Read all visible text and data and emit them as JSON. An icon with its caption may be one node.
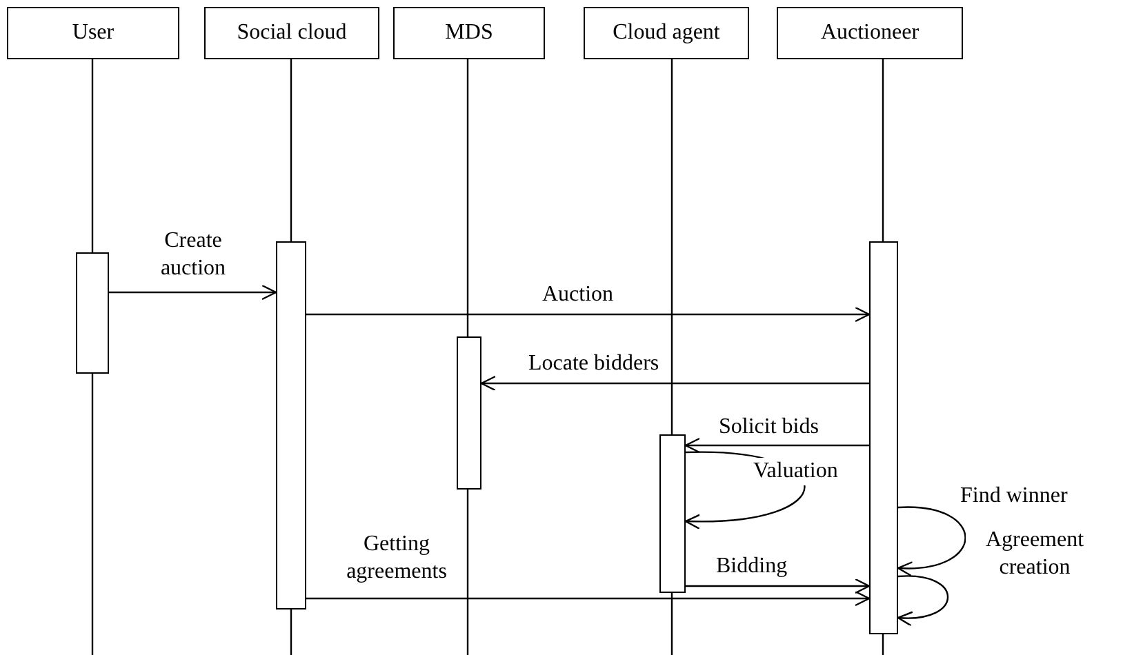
{
  "diagram": {
    "nodes": [
      {
        "text": [
          "User"
        ]
      },
      {
        "text": [
          "Social cloud"
        ]
      },
      {
        "text": [
          "MDS"
        ]
      },
      {
        "text": [
          "Cloud agent"
        ]
      },
      {
        "text": [
          "Auctioneer"
        ]
      },
      {
        "text": [],
        "shape": "bar"
      },
      {
        "text": [],
        "shape": "bar"
      },
      {
        "text": [],
        "shape": "bar"
      },
      {
        "text": [],
        "shape": "bar"
      },
      {
        "text": [],
        "shape": "bar"
      }
    ],
    "edges": [
      {
        "from": 5,
        "to": 6,
        "arrow": "to",
        "label": "Create auction"
      },
      {
        "from": 6,
        "to": 9,
        "arrow": "to",
        "label": "Auction"
      },
      {
        "from": 9,
        "to": 7,
        "arrow": "to",
        "label": "Locate bidders"
      },
      {
        "from": 9,
        "to": 8,
        "arrow": "to",
        "label": "Solicit bids"
      },
      {
        "from": 8,
        "to": 8,
        "arrow": "to",
        "label": "Valuation"
      },
      {
        "from": 9,
        "to": 9,
        "arrow": "to",
        "label": "Find winner"
      },
      {
        "from": 8,
        "to": 9,
        "arrow": "to",
        "label": "Bidding"
      },
      {
        "from": 6,
        "to": 9,
        "arrow": "to",
        "label": "Getting agreements"
      },
      {
        "from": 9,
        "to": 9,
        "arrow": "to",
        "label": "Agreement creation"
      }
    ]
  }
}
